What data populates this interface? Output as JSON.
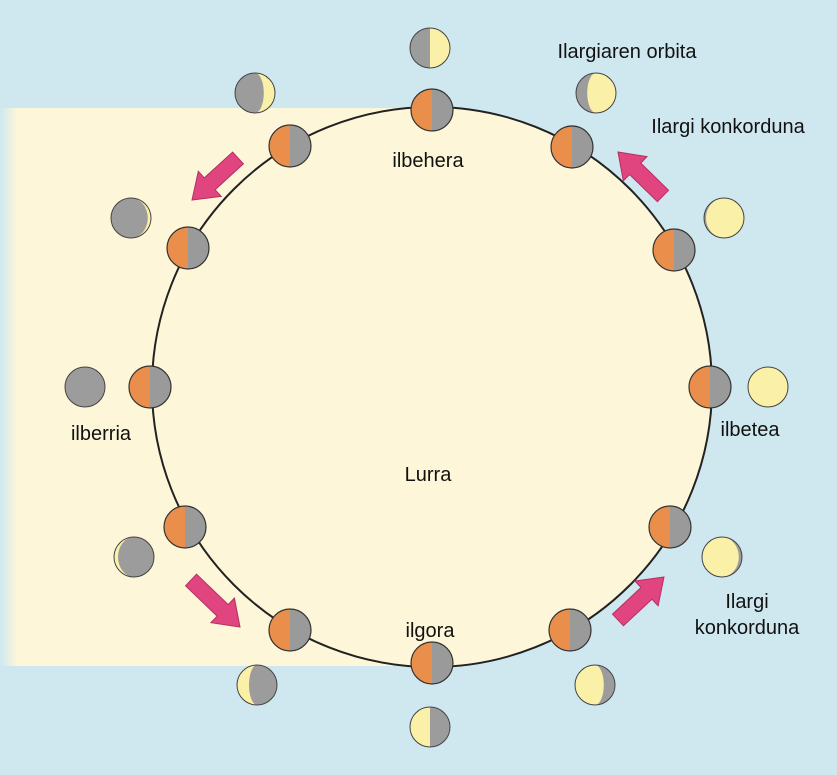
{
  "colors": {
    "background": "#cfe8f0",
    "sunlight": "#fdf6d8",
    "orbit_stroke": "#222222",
    "orbit_moon_lit": "#e98f4b",
    "orbit_moon_dark": "#9a9a9a",
    "phase_lit": "#fbf0a8",
    "phase_dark": "#9c9c9c",
    "arrow": "#e0457f"
  },
  "labels": {
    "orbit": "Ilargiaren orbita",
    "waxing_top_right": "Ilargi konkorduna",
    "waxing_bottom_right_line1": "Ilargi",
    "waxing_bottom_right_line2": "konkorduna",
    "full_moon": "ilbetea",
    "new_moon": "ilberria",
    "waning": "ilbehera",
    "waxing": "ilgora",
    "earth": "Lurra"
  },
  "icons": {
    "orbit_moon": "half-lit-moon-icon",
    "phase_moon": "moon-phase-icon",
    "direction_arrow": "orbit-direction-arrow-icon"
  }
}
